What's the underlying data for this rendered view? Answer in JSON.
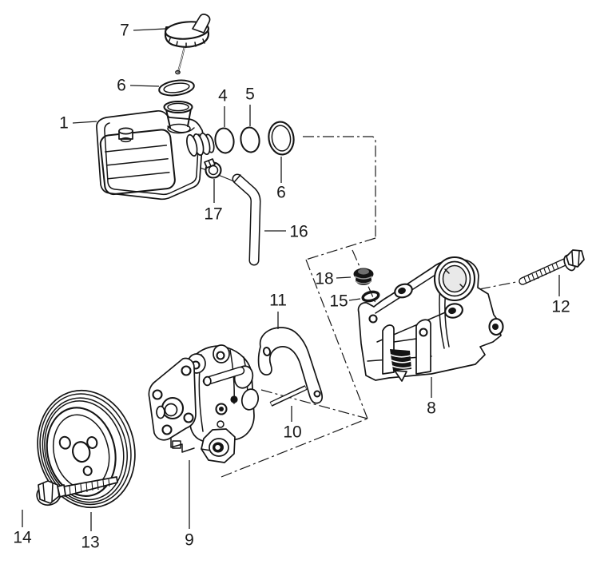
{
  "diagram": {
    "kind": "exploded-parts-diagram",
    "background_color": "#ffffff",
    "ink_color": "#1a1a1a",
    "callouts": [
      {
        "part": "fluid-reservoir",
        "text": "1"
      },
      {
        "part": "o-ring-small",
        "text": "4"
      },
      {
        "part": "o-ring",
        "text": "5"
      },
      {
        "part": "sealing-ring-cap",
        "text": "6"
      },
      {
        "part": "sealing-ring-outlet",
        "text": "6"
      },
      {
        "part": "filler-cap",
        "text": "7"
      },
      {
        "part": "support-bracket",
        "text": "8"
      },
      {
        "part": "pump",
        "text": "9"
      },
      {
        "part": "pin",
        "text": "10"
      },
      {
        "part": "retaining-fork",
        "text": "11"
      },
      {
        "part": "long-bolt",
        "text": "12"
      },
      {
        "part": "pulley",
        "text": "13"
      },
      {
        "part": "short-bolt",
        "text": "14"
      },
      {
        "part": "o-ring-plug",
        "text": "15"
      },
      {
        "part": "hose",
        "text": "16"
      },
      {
        "part": "hose-clamp",
        "text": "17"
      },
      {
        "part": "sealing-plug",
        "text": "18"
      }
    ]
  }
}
